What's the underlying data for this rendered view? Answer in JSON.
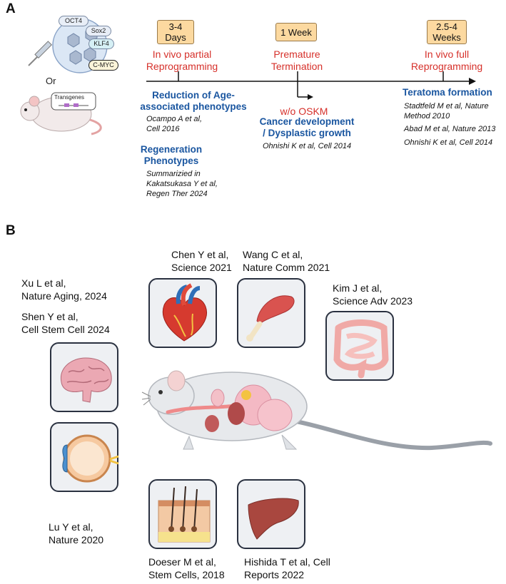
{
  "panel_a": {
    "label": "A",
    "factors": [
      "OCT4",
      "Sox2",
      "KLF4",
      "C-MYC"
    ],
    "or_text": "Or",
    "transgenes_label": "Transgenes",
    "timepoints": [
      {
        "time": "3-4\nDays",
        "event": "In vivo partial\nReprogramming"
      },
      {
        "time": "1 Week",
        "event": "Premature\nTermination"
      },
      {
        "time": "2.5-4\nWeeks",
        "event": "In vivo full\nReprogramming"
      }
    ],
    "col1": {
      "heading1": "Reduction of Age-\nassociated phenotypes",
      "ref1": "Ocampo A et al,\nCell 2016",
      "heading2": "Regeneration\nPhenotypes",
      "ref2": "Summarizied in\nKakatsukasa Y et al,\nRegen Ther 2024"
    },
    "col2": {
      "wo": "w/o OSKM",
      "heading": "Cancer development\n/ Dysplastic growth",
      "ref": "Ohnishi K et al, Cell 2014"
    },
    "col3": {
      "heading": "Teratoma formation",
      "refs": [
        "Stadtfeld M et al, Nature\nMethod 2010",
        "Abad M et al, Nature 2013",
        "Ohnishi K et al,  Cell 2014"
      ]
    }
  },
  "panel_b": {
    "label": "B",
    "refs": {
      "heart": "Chen Y et al,\nScience 2021",
      "muscle": "Wang C et al,\nNature Comm 2021",
      "brain_top": "Xu L et al,\nNature Aging, 2024",
      "brain_bottom": "Shen Y et al,\nCell Stem Cell 2024",
      "intestine": "Kim J et al,\nScience Adv 2023",
      "eye": "Lu Y et al,\nNature 2020",
      "skin": "Doeser M et al,\nStem Cells, 2018",
      "liver": "Hishida T et al, Cell\nReports 2022"
    }
  }
}
